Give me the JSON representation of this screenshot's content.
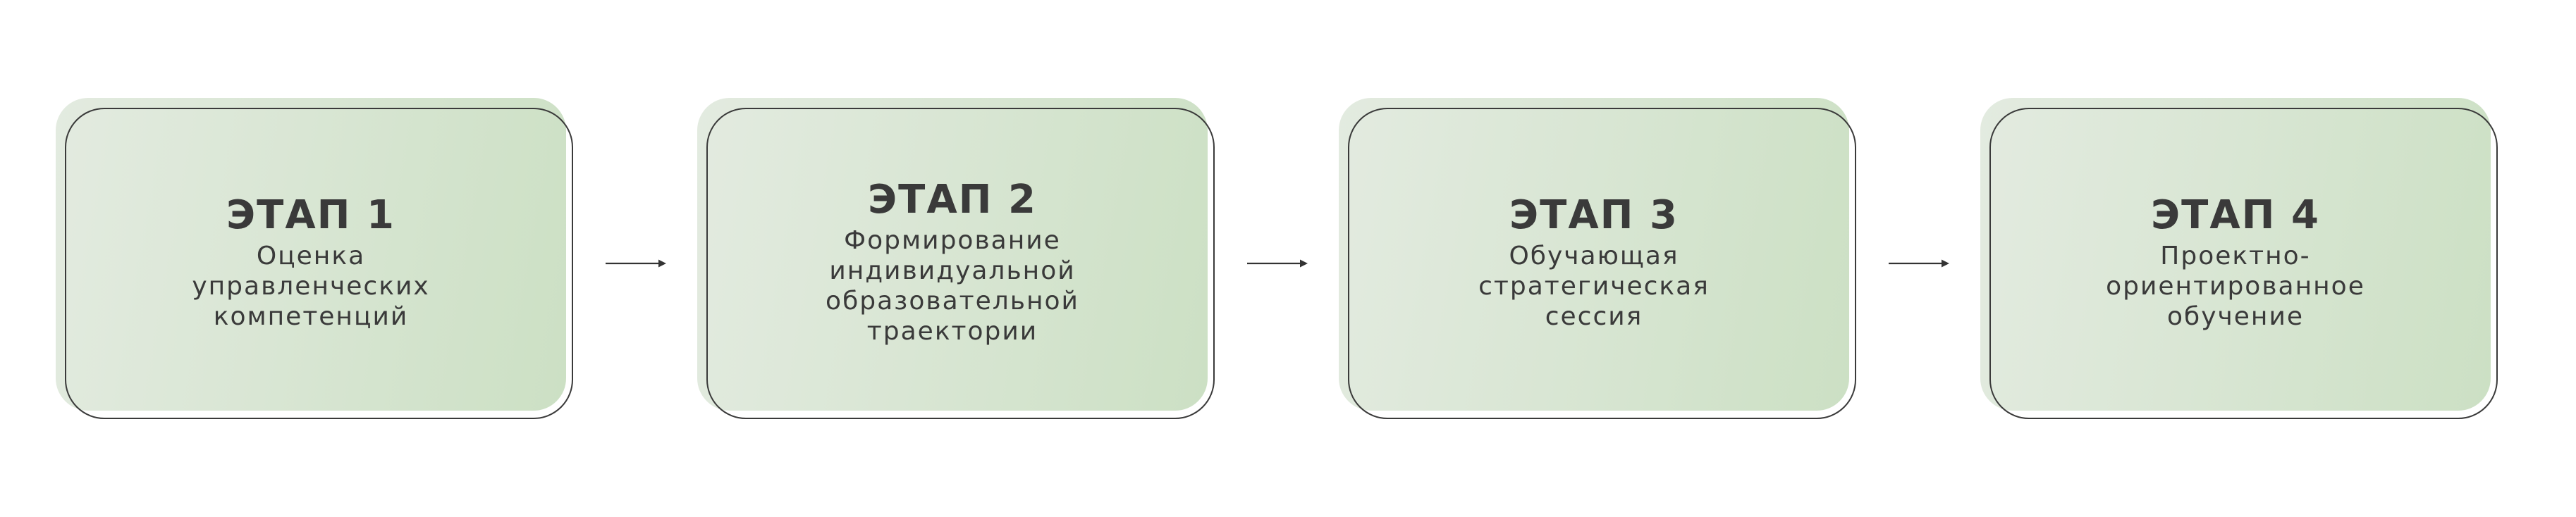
{
  "diagram": {
    "type": "process-flow",
    "stages": [
      {
        "title": "ЭТАП 1",
        "description_lines": [
          "Оценка",
          "управленческих",
          "компетенций"
        ]
      },
      {
        "title": "ЭТАП 2",
        "description_lines": [
          "Формирование",
          "индивидуальной",
          "образовательной",
          "траектории"
        ]
      },
      {
        "title": "ЭТАП 3",
        "description_lines": [
          "Обучающая",
          "стратегическая",
          "сессия"
        ]
      },
      {
        "title": "ЭТАП 4",
        "description_lines": [
          "Проектно-",
          "ориентированное",
          "обучение"
        ]
      }
    ],
    "connectors": [
      {
        "from": 1,
        "to": 2,
        "icon": "arrow-right-icon"
      },
      {
        "from": 2,
        "to": 3,
        "icon": "arrow-right-icon"
      },
      {
        "from": 3,
        "to": 4,
        "icon": "arrow-right-icon"
      }
    ],
    "colors": {
      "card_gradient_start": "#e3ebe0",
      "card_gradient_end": "#cce0c4",
      "outline": "#3a3a3a",
      "text": "#3a3a3a",
      "arrow": "#333333",
      "background": "#ffffff"
    }
  }
}
